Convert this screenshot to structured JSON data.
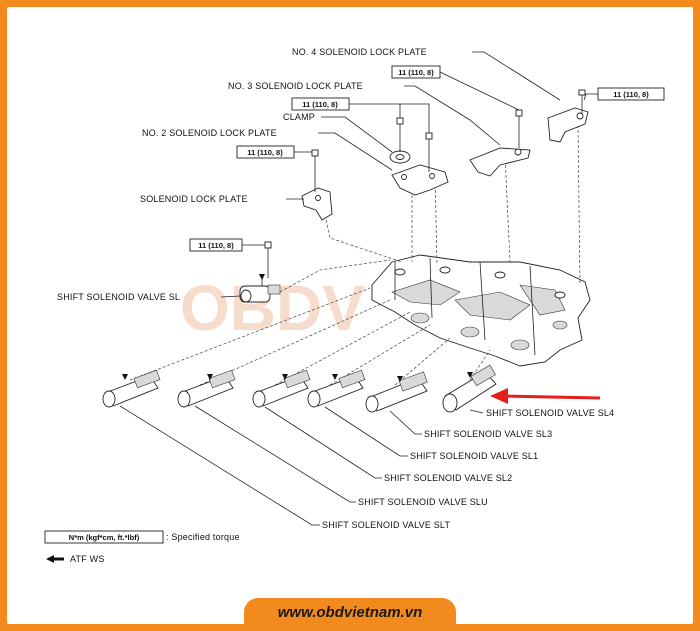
{
  "labels": {
    "no4_plate": "NO. 4 SOLENOID LOCK PLATE",
    "no3_plate": "NO. 3 SOLENOID LOCK PLATE",
    "clamp": "CLAMP",
    "no2_plate": "NO. 2 SOLENOID LOCK PLATE",
    "lock_plate": "SOLENOID LOCK PLATE",
    "valve_sl": "SHIFT SOLENOID VALVE SL",
    "valve_sl4": "SHIFT SOLENOID VALVE SL4",
    "valve_sl3": "SHIFT SOLENOID VALVE SL3",
    "valve_sl1": "SHIFT SOLENOID VALVE SL1",
    "valve_sl2": "SHIFT SOLENOID VALVE SL2",
    "valve_slu": "SHIFT SOLENOID VALVE SLU",
    "valve_slt": "SHIFT SOLENOID VALVE SLT"
  },
  "torque_tags": [
    "11 (110, 8)",
    "11 (110, 8)",
    "11 (110, 8)",
    "11 (110, 8)",
    "11 (110, 8)"
  ],
  "legend": {
    "torque_units": "N*m (kgf*cm, ft.*lbf)",
    "torque_desc": ": Specified torque",
    "atf": "ATF WS"
  },
  "watermark": "OBDV",
  "footer": {
    "url": "www.obdvietnam.vn"
  },
  "colors": {
    "frame": "#f28a1e",
    "pointer_arrow": "#e3201b",
    "watermark": "#f6dccd"
  }
}
